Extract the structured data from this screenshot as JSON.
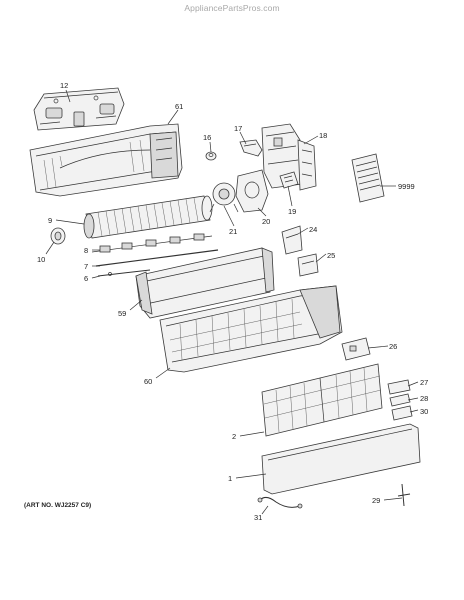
{
  "watermark": "AppliancePartsPros.com",
  "art_no": "(ART NO. WJ2257 C9)",
  "callouts": [
    {
      "id": "p12",
      "label": "12"
    },
    {
      "id": "p61",
      "label": "61"
    },
    {
      "id": "p16",
      "label": "16"
    },
    {
      "id": "p17",
      "label": "17"
    },
    {
      "id": "p18",
      "label": "18"
    },
    {
      "id": "p9999",
      "label": "9999"
    },
    {
      "id": "p9",
      "label": "9"
    },
    {
      "id": "p21",
      "label": "21"
    },
    {
      "id": "p20",
      "label": "20"
    },
    {
      "id": "p19",
      "label": "19"
    },
    {
      "id": "p24",
      "label": "24"
    },
    {
      "id": "p10",
      "label": "10"
    },
    {
      "id": "p8",
      "label": "8"
    },
    {
      "id": "p7",
      "label": "7"
    },
    {
      "id": "p6",
      "label": "6"
    },
    {
      "id": "p25",
      "label": "25"
    },
    {
      "id": "p59",
      "label": "59"
    },
    {
      "id": "p26",
      "label": "26"
    },
    {
      "id": "p60",
      "label": "60"
    },
    {
      "id": "p27",
      "label": "27"
    },
    {
      "id": "p28",
      "label": "28"
    },
    {
      "id": "p30",
      "label": "30"
    },
    {
      "id": "p2",
      "label": "2"
    },
    {
      "id": "p1",
      "label": "1"
    },
    {
      "id": "p29",
      "label": "29"
    },
    {
      "id": "p31",
      "label": "31"
    }
  ]
}
